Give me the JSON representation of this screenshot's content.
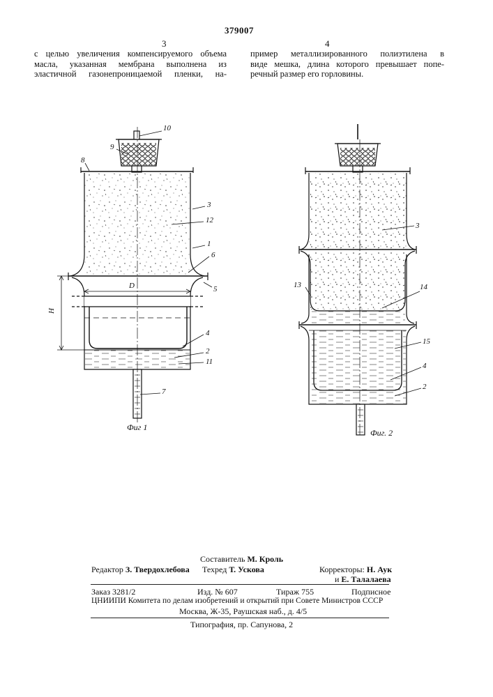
{
  "patent_number": "379007",
  "columns": {
    "left_number": "3",
    "right_number": "4",
    "left_lines": [
      "с целью увеличения компенсируемого объема",
      "масла, указанная мембрана выполнена из",
      "эластичной газонепроницаемой пленки, на-"
    ],
    "right_lines": [
      "пример металлизированного полиэтилена в",
      "виде мешка, длина которого превышает попе-",
      "речный размер его горловины."
    ]
  },
  "figure1": {
    "caption": "Фиг 1",
    "labels": [
      "10",
      "9",
      "8",
      "3",
      "12",
      "1",
      "6",
      "5",
      "D",
      "H",
      "4",
      "2",
      "11",
      "7"
    ]
  },
  "figure2": {
    "caption": "Фиг. 2",
    "labels": [
      "3",
      "13",
      "14",
      "15",
      "4",
      "2"
    ]
  },
  "credits": {
    "compiler_label": "Составитель",
    "compiler_name": "М. Кроль",
    "editor_label": "Редактор",
    "editor_name": "З. Твердохлебова",
    "techred_label": "Техред",
    "techred_name": "Т. Ускова",
    "correctors_label": "Корректоры:",
    "corrector1": "Н. Аук",
    "corrector2_prefix": "и",
    "corrector2": "Е. Талалаева",
    "order": "Заказ 3281/2",
    "edition": "Изд. № 607",
    "circulation": "Тираж 755",
    "subscription": "Подписное",
    "institute": "ЦНИИПИ Комитета по делам изобретений и открытий при Совете Министров СССР",
    "address": "Москва, Ж-35, Раушская наб., д. 4/5",
    "printing": "Типография, пр. Сапунова, 2"
  }
}
